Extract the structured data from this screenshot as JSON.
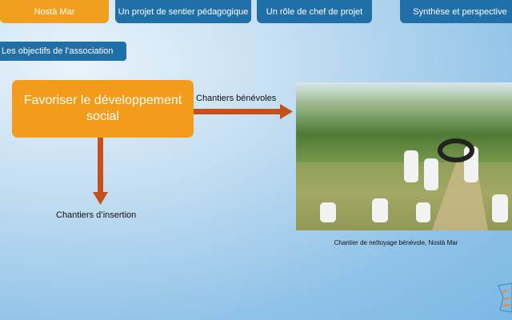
{
  "nav": {
    "tabs": [
      {
        "label": "Nostà Mar",
        "active": true
      },
      {
        "label": "Un projet de sentier pédagogique"
      },
      {
        "label": "Un rôle de chef de projet"
      },
      {
        "label": "Synthèse et perspective"
      }
    ]
  },
  "sub_button": "Les objectifs de l’association",
  "main": {
    "box": "Favoriser le développement social",
    "arrow_right_label": "Chantiers bénévoles",
    "arrow_down_label": "Chantiers d’insertion"
  },
  "photo": {
    "caption": "Chantier de nettoyage bénévole, Nostà Mar"
  },
  "colors": {
    "orange": "#f39c1b",
    "blue": "#1f6fa8",
    "arrow": "#c5501a"
  }
}
